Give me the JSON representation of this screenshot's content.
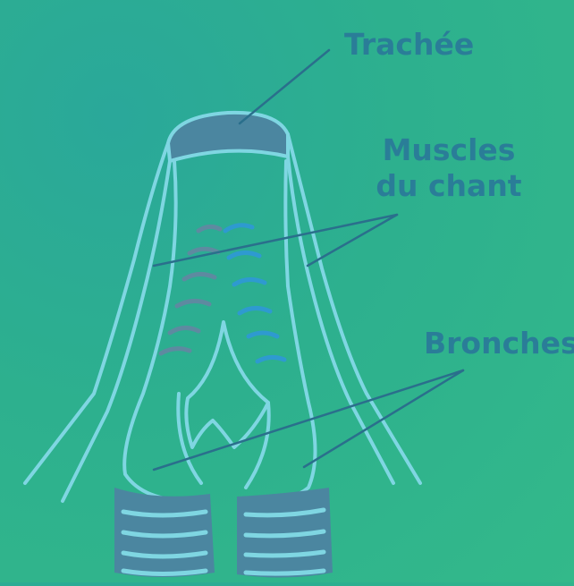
{
  "labels": {
    "trachee": "Trachée",
    "muscles_line1": "Muscles",
    "muscles_line2": "du chant",
    "bronches": "Bronches"
  },
  "colors": {
    "background": "#2db08e",
    "outline": "#7fd6e2",
    "label_text": "#2a7d98",
    "leader_line": "#2a6f8c",
    "cartilage": "#4b86a0",
    "muscle_grey": "#5e8aa0",
    "muscle_blue": "#2e9ad0"
  }
}
